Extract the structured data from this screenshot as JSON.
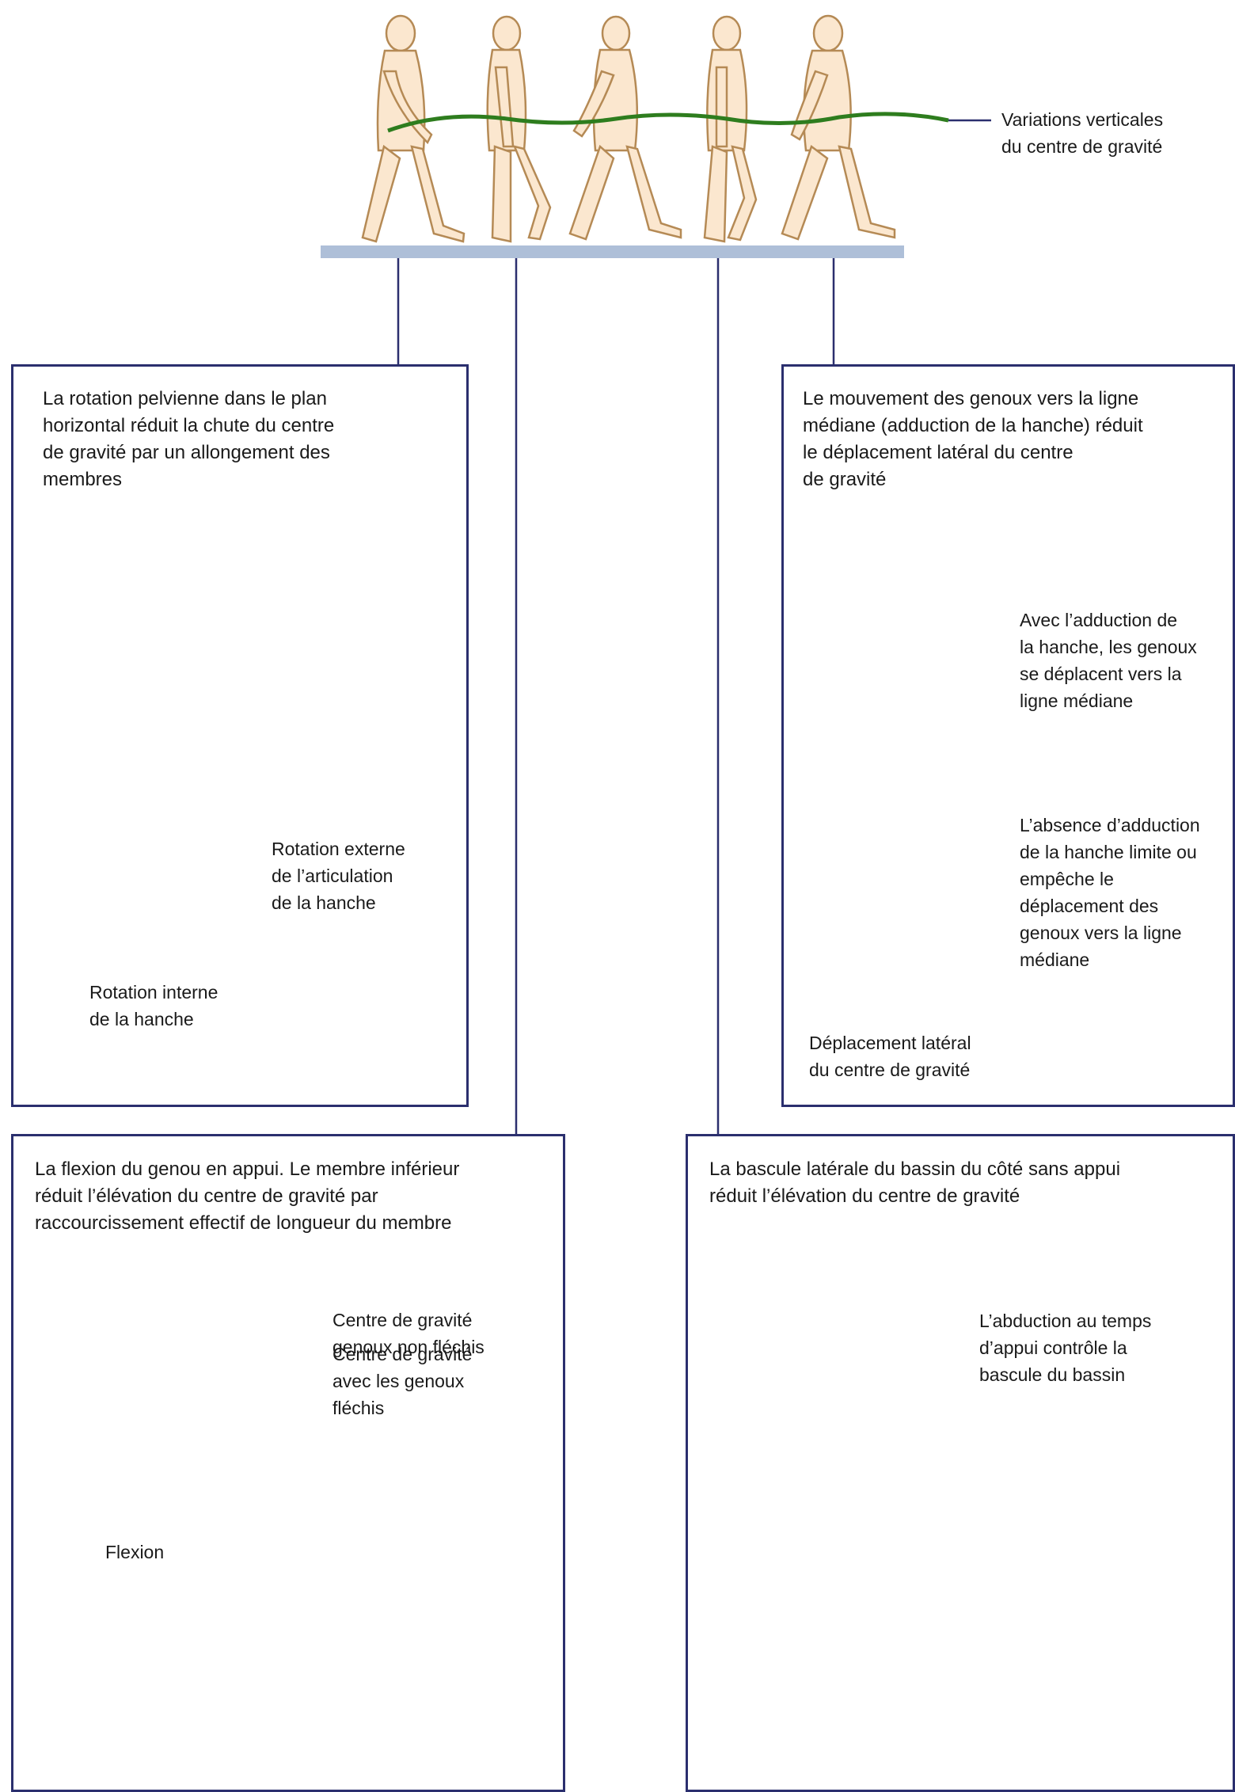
{
  "top": {
    "center_of_gravity_label": [
      "Variations verticales",
      "du centre de gravité"
    ]
  },
  "panel_pelvic_rotation": {
    "title": [
      "La rotation pelvienne dans le plan",
      "horizontal réduit la chute du centre",
      "de gravité par un allongement des",
      "membres"
    ],
    "external_rotation_label": [
      "Rotation externe",
      "de l’articulation",
      "de la hanche"
    ],
    "internal_rotation_label": [
      "Rotation interne",
      "de la hanche"
    ]
  },
  "panel_knee_adduction": {
    "title": [
      "Le mouvement des genoux vers la ligne",
      "médiane (adduction de la hanche) réduit",
      "le déplacement latéral du centre",
      "de gravité"
    ],
    "with_adduction_label": [
      "Avec l’adduction de",
      "la hanche, les genoux",
      "se déplacent vers la",
      "ligne médiane"
    ],
    "without_adduction_label": [
      "L’absence d’adduction",
      "de la hanche limite ou",
      "empêche le",
      "déplacement des",
      "genoux vers la ligne",
      "médiane"
    ],
    "lateral_shift_label": [
      "Déplacement latéral",
      "du centre de gravité"
    ]
  },
  "panel_knee_flexion": {
    "title": [
      "La flexion du genou en appui. Le membre inférieur",
      "réduit l’élévation du centre de gravité par",
      "raccourcissement effectif de longueur du membre"
    ],
    "cog_not_flexed_label": [
      "Centre de gravité",
      "genoux non fléchis"
    ],
    "cog_flexed_label": [
      "Centre de gravité",
      "avec les genoux",
      "fléchis"
    ],
    "flexion_label": "Flexion"
  },
  "panel_pelvic_tilt": {
    "title": [
      "La bascule latérale du bassin du côté sans appui",
      "réduit l’élévation du centre de gravité"
    ],
    "abduction_label": [
      "L’abduction au temps",
      "d’appui contrôle la",
      "bascule du bassin"
    ]
  },
  "colors": {
    "panel_border": "#2b2f6e",
    "cog_line": "#2e7d1e",
    "axis_arrow": "#3b8fd6",
    "rotation_arrow": "#e07a5a",
    "flexion_arrow": "#e89a55",
    "skin": "#fbe7cf",
    "bone": "#d9d2b0",
    "ground": "#aebfd8"
  }
}
